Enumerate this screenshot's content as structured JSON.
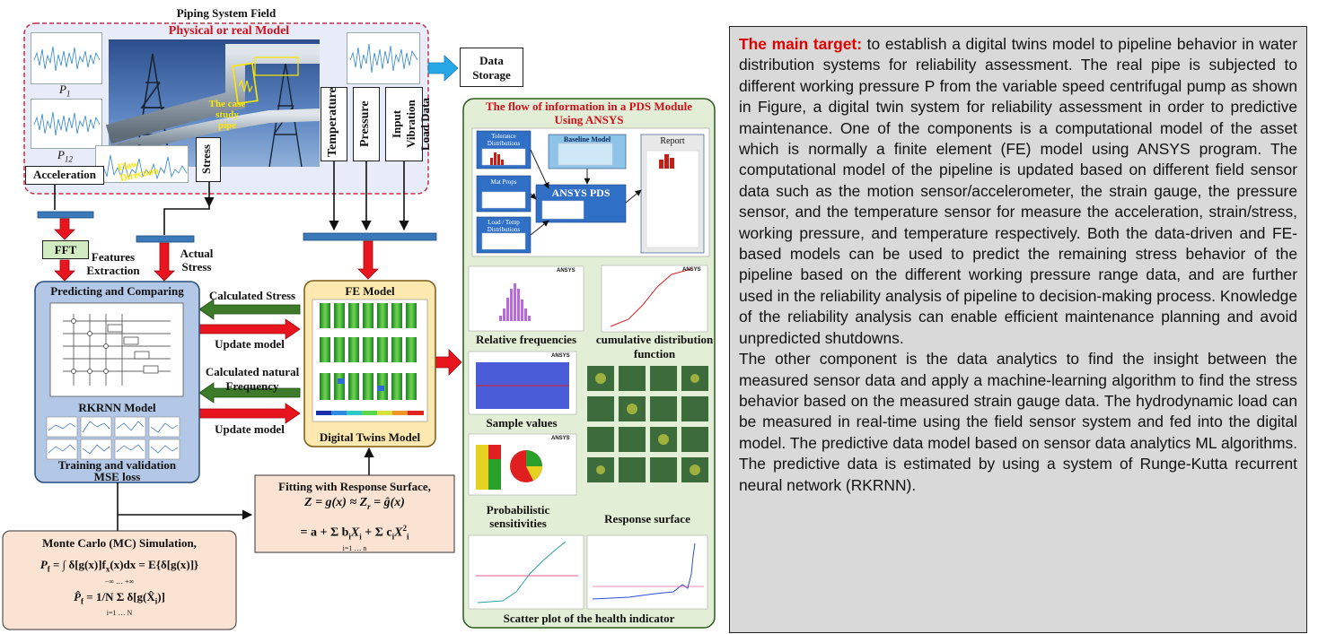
{
  "piping_field": {
    "title": "Piping System Field",
    "subtitle": "Physical or real Model",
    "case_study": [
      "The case",
      "study",
      "pipe"
    ],
    "flow_direction": "Flow Direction",
    "p1": "P",
    "p1_sub": "1",
    "p12": "P",
    "p12_sub": "12"
  },
  "sensors": {
    "acceleration": "Acceleration",
    "stress": "Stress",
    "temperature": "Temperature",
    "pressure": "Pressure",
    "vibration": "Input Vibration Load Data"
  },
  "data_storage": {
    "line1": "Data",
    "line2": "Storage"
  },
  "fft": {
    "label": "FFT",
    "features": "Features Extraction",
    "actual_stress": "Actual Stress"
  },
  "predicting": {
    "title": "Predicting and Comparing",
    "model": "RKRNN Model",
    "training": "Training and validation",
    "mse": "MSE loss"
  },
  "arrows": {
    "calc_stress": "Calculated Stress",
    "update1": "Update model",
    "calc_freq": "Calculated natural Frequency",
    "update2": "Update model"
  },
  "fe_model": {
    "title": "FE Model",
    "footer": "Digital Twins Model"
  },
  "pds": {
    "title": "The flow of information in a PDS Module Using ANSYS",
    "tolerance": "Tolerance Distributions",
    "baseline": "Baseline Model",
    "report": "Report",
    "mat_props": "Mat Props",
    "ansys_pds": "ANSYS PDS",
    "load_temp": "Load / Temp Distributions",
    "ansys": "ANSYS",
    "relative": "Relative frequencies",
    "cumulative": "cumulative distribution function",
    "sample": "Sample values",
    "probabilistic": "Probabilistic sensitivities",
    "response": "Response surface",
    "scatter": "Scatter plot of the health indicator"
  },
  "fitting": {
    "title": "Fitting with Response Surface,",
    "eq1": "Z = g(x) ≈ Z",
    "eq1_sub": "r",
    "eq1_tail": " = ĝ(x)",
    "eq2": "= a + Σ b",
    "eq2_b": "i",
    "eq2_x": "X",
    "eq2_mid": " + Σ c",
    "eq2_c": "i",
    "eq2_x2": "X",
    "eq2_sq": "2",
    "sum_lo": "i=1",
    "sum_hi": "n"
  },
  "monte_carlo": {
    "title": "Monte Carlo (MC) Simulation,",
    "eq1": "P",
    "eq1_sub": "f",
    "eq1_body": " = ∫ δ[g(x)]f",
    "eq1_fx": "x",
    "eq1_tail": "(x)dx = E{δ[g(x)]}",
    "int_hi": "+∞",
    "int_lo": "−∞",
    "eq2": "P̂",
    "eq2_sub": "f",
    "eq2_body": " = ",
    "eq2_frac_n": "1",
    "eq2_frac_d": "N",
    "eq2_tail": " Σ δ[g(X̂",
    "eq2_i": "i",
    "eq2_end": ")]",
    "sum_lo": "i=1",
    "sum_hi": "N"
  },
  "right_text": {
    "target_label": "The main target:",
    "p1": " to establish a digital twins model to pipeline behavior in water distribution systems for reliability assessment. The real pipe is subjected to different working pressure P from the variable speed centrifugal pump as shown in Figure,  a digital twin system for reliability assessment in order to predictive maintenance. One of the components is a computational model of the asset which is normally a finite element (FE) model using ANSYS program. The computational model of the pipeline is updated based on different field sensor data such as the motion sensor/accelerometer, the strain gauge, the pressure sensor, and the temperature sensor for measure the acceleration, strain/stress, working pressure, and temperature respectively. Both the data-driven and FE-based models can be used to predict the remaining stress behavior of the pipeline based on the different working pressure range data, and are further used in the reliability analysis of pipeline to decision-making process. Knowledge of the reliability analysis can enable efficient maintenance planning and avoid unpredicted shutdowns.",
    "p2": "The other component is the data analytics to find the insight between the measured sensor data and apply a machine-learning algorithm to find the stress behavior based on the measured strain gauge data. The hydrodynamic load can be measured in real-time using the field sensor system and fed into the digital model. The predictive data model based on sensor data analytics ML algorithms. The predictive data is estimated by using a system of Runge-Kutta recurrent neural network (RKRNN)."
  },
  "colors": {
    "field_bg": "#e8ecf8",
    "field_border": "#c0304a",
    "arrow_red": "#e8141e",
    "arrow_green": "#3d7a2a",
    "bar_blue": "#3b79b8",
    "predict_bg": "#b3c7e6",
    "fe_bg": "#fde9b0",
    "pds_bg": "#e2efd6",
    "formula_bg": "#fbe3d4",
    "fft_bg": "#d3ebc2",
    "storage_arrow": "#27a8e6",
    "right_bg": "#d9d9d9",
    "target_red": "#e00000"
  }
}
